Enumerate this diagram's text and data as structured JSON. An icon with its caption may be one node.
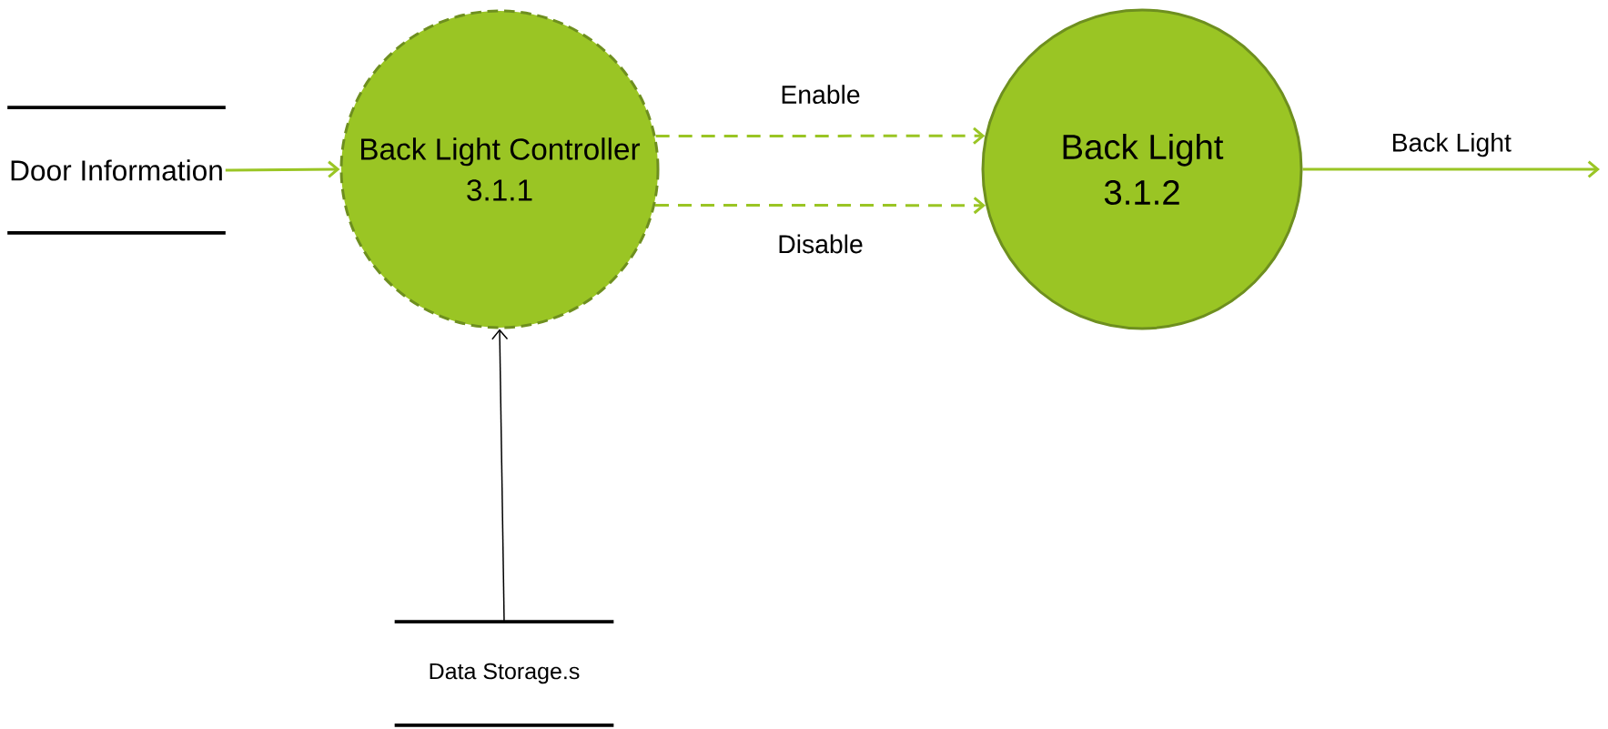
{
  "diagram": {
    "nodes": [
      {
        "text": [
          "Door Information"
        ]
      },
      {
        "text": [
          "Back Light Controller",
          "3.1.1"
        ]
      },
      {
        "text": [
          "Back Light",
          "3.1.2"
        ]
      },
      {
        "text": [
          "Data Storage.s"
        ]
      }
    ],
    "edges": [
      {
        "from": 0,
        "to": 1,
        "arrow": "to"
      },
      {
        "from": 1,
        "to": 2,
        "arrow": "to",
        "label": "Enable",
        "style": "dashed"
      },
      {
        "from": 1,
        "to": 2,
        "arrow": "to",
        "label": "Disable",
        "style": "dashed"
      },
      {
        "from": 2,
        "to": null,
        "arrow": "to",
        "label": "Back Light"
      },
      {
        "from": 3,
        "to": 1,
        "arrow": "to",
        "color": "#000000"
      }
    ]
  }
}
